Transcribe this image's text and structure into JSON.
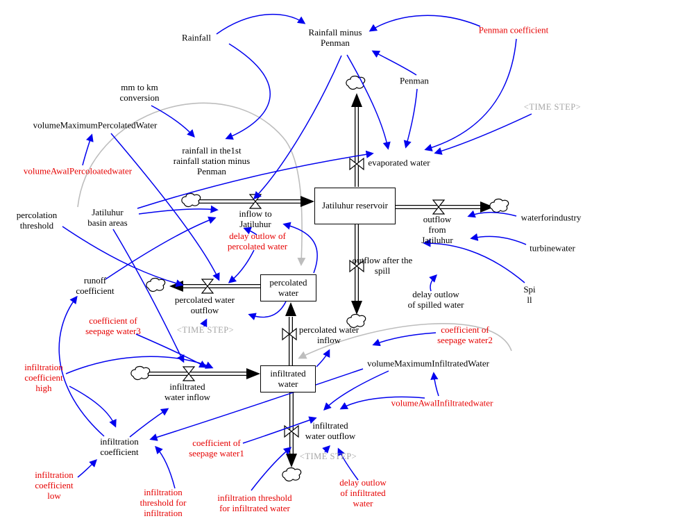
{
  "diagram": {
    "type": "stock-and-flow-model",
    "colors": {
      "causal_link": "#0000ee",
      "exogenous_label": "#e60000",
      "shadow_gray": "#bdbdbd",
      "flow_black": "#000000",
      "background": "#ffffff"
    },
    "stocks": [
      {
        "id": "jatiluhur_reservoir",
        "label": "Jatiluhur reservoir"
      },
      {
        "id": "percolated_water",
        "label": "percolated\nwater"
      },
      {
        "id": "infiltrated_water",
        "label": "infiltrated\nwater"
      }
    ],
    "flows": [
      {
        "id": "inflow_to_jatiluhur",
        "label": "inflow to\nJatiluhur",
        "from": "source-cloud",
        "to": "jatiluhur_reservoir"
      },
      {
        "id": "evaporated_water",
        "label": "evaporated water",
        "from": "jatiluhur_reservoir",
        "to": "sink-cloud"
      },
      {
        "id": "outflow_from_jatiluhur",
        "label": "outflow\nfrom\nJatiluhur",
        "from": "jatiluhur_reservoir",
        "to": "sink-cloud"
      },
      {
        "id": "outflow_after_the_spill",
        "label": "outflow after the\nspill",
        "from": "jatiluhur_reservoir",
        "to": "sink-cloud"
      },
      {
        "id": "percolated_water_inflow",
        "label": "percolated water\ninflow",
        "from": "infiltrated_water",
        "to": "percolated_water"
      },
      {
        "id": "percolated_water_outflow",
        "label": "percolated water\noutflow",
        "from": "percolated_water",
        "to": "sink-cloud"
      },
      {
        "id": "infiltrated_water_inflow",
        "label": "infiltrated\nwater inflow",
        "from": "source-cloud",
        "to": "infiltrated_water"
      },
      {
        "id": "infiltrated_water_outflow",
        "label": "infiltrated\nwater outflow",
        "from": "infiltrated_water",
        "to": "sink-cloud"
      }
    ],
    "variables": [
      {
        "id": "rainfall",
        "label": "Rainfall",
        "color": "black"
      },
      {
        "id": "rainfall_minus_penman",
        "label": "Rainfall minus\nPenman",
        "color": "black"
      },
      {
        "id": "penman",
        "label": "Penman",
        "color": "black"
      },
      {
        "id": "penman_coefficient",
        "label": "Penman coefficient",
        "color": "red"
      },
      {
        "id": "mm_to_km_conversion",
        "label": "mm to km\nconversion",
        "color": "black"
      },
      {
        "id": "vol_max_percolated_water",
        "label": "volumeMaximumPercolatedWater",
        "color": "black"
      },
      {
        "id": "vol_awal_percoloatedwater",
        "label": "volumeAwalPercoloatedwater",
        "color": "red"
      },
      {
        "id": "rainfall_in_the_1st",
        "label": "rainfall in the1st\nrainfall station minus\nPenman",
        "color": "black"
      },
      {
        "id": "percolation_threshold",
        "label": "percolation\nthreshold",
        "color": "black"
      },
      {
        "id": "jatiluhur_basin_areas",
        "label": "Jatiluhur\nbasin areas",
        "color": "black"
      },
      {
        "id": "delay_outlow_of_percolated_water",
        "label": "delay outlow of\npercolated water",
        "color": "red"
      },
      {
        "id": "runoff_coefficient",
        "label": "runoff\ncoefficient",
        "color": "black"
      },
      {
        "id": "coefficient_of_seepage_water3",
        "label": "coefficient of\nseepage water3",
        "color": "red"
      },
      {
        "id": "waterforindustry",
        "label": "waterforindustry",
        "color": "black"
      },
      {
        "id": "turbinewater",
        "label": "turbinewater",
        "color": "black"
      },
      {
        "id": "spill",
        "label": "Spi\nll",
        "color": "black"
      },
      {
        "id": "delay_outlow_of_spilled_water",
        "label": "delay outlow\nof spilled water",
        "color": "black"
      },
      {
        "id": "coefficient_of_seepage_water2",
        "label": "coefficient of\nseepage water2",
        "color": "red"
      },
      {
        "id": "vol_max_infiltrated_water",
        "label": "volumeMaximumInfiltratedWater",
        "color": "black"
      },
      {
        "id": "vol_awal_infiltratedwater",
        "label": "volumeAwalInfiltratedwater",
        "color": "red"
      },
      {
        "id": "infiltration_coefficient",
        "label": "infiltration\ncoefficient",
        "color": "black"
      },
      {
        "id": "infiltration_coefficient_high",
        "label": "infiltration\ncoefficient\nhigh",
        "color": "red"
      },
      {
        "id": "infiltration_coefficient_low",
        "label": "infiltration\ncoefficient\nlow",
        "color": "red"
      },
      {
        "id": "infiltration_threshold_for_infiltration",
        "label": "infiltration\nthreshold for\ninfiltration",
        "color": "red"
      },
      {
        "id": "coefficient_of_seepage_water1",
        "label": "coefficient of\nseepage water1",
        "color": "red"
      },
      {
        "id": "infiltration_threshold_for_infiltrated_water",
        "label": "infiltration threshold\nfor infiltrated water",
        "color": "red"
      },
      {
        "id": "delay_outlow_of_infiltrated_water",
        "label": "delay outlow\nof infiltrated\nwater",
        "color": "red"
      }
    ],
    "shadows": [
      {
        "id": "time_step_top",
        "label": "<TIME STEP>"
      },
      {
        "id": "time_step_mid",
        "label": "<TIME STEP>"
      },
      {
        "id": "time_step_bottom",
        "label": "<TIME STEP>"
      }
    ],
    "edges": [
      {
        "from": "rainfall",
        "to": "rainfall_minus_penman"
      },
      {
        "from": "penman_coefficient",
        "to": "rainfall_minus_penman"
      },
      {
        "from": "penman",
        "to": "rainfall_minus_penman"
      },
      {
        "from": "rainfall",
        "to": "rainfall_in_the_1st"
      },
      {
        "from": "mm_to_km_conversion",
        "to": "rainfall_in_the_1st"
      },
      {
        "from": "vol_awal_percoloatedwater",
        "to": "vol_max_percolated_water"
      },
      {
        "from": "rainfall_minus_penman",
        "to": "inflow_to_jatiluhur"
      },
      {
        "from": "rainfall_minus_penman",
        "to": "evaporated_water"
      },
      {
        "from": "penman",
        "to": "evaporated_water"
      },
      {
        "from": "penman_coefficient",
        "to": "evaporated_water"
      },
      {
        "from": "time_step_top",
        "to": "evaporated_water"
      },
      {
        "from": "jatiluhur_basin_areas",
        "to": "evaporated_water"
      },
      {
        "from": "jatiluhur_basin_areas",
        "to": "inflow_to_jatiluhur"
      },
      {
        "from": "runoff_coefficient",
        "to": "inflow_to_jatiluhur"
      },
      {
        "from": "delay_outlow_of_percolated_water",
        "to": "inflow_to_jatiluhur"
      },
      {
        "from": "percolated_water",
        "to": "inflow_to_jatiluhur"
      },
      {
        "from": "waterforindustry",
        "to": "outflow_from_jatiluhur"
      },
      {
        "from": "turbinewater",
        "to": "outflow_from_jatiluhur"
      },
      {
        "from": "spill",
        "to": "outflow_after_the_spill"
      },
      {
        "from": "delay_outlow_of_spilled_water",
        "to": "outflow_after_the_spill"
      },
      {
        "from": "vol_awal_infiltratedwater",
        "to": "vol_max_infiltrated_water"
      },
      {
        "from": "coefficient_of_seepage_water2",
        "to": "percolated_water_inflow"
      },
      {
        "from": "vol_max_infiltrated_water",
        "to": "infiltration_coefficient"
      },
      {
        "from": "infiltrated_water",
        "to": "percolated_water_inflow"
      },
      {
        "from": "time_step_mid",
        "to": "percolated_water_outflow"
      },
      {
        "from": "percolation_threshold",
        "to": "percolated_water_outflow"
      },
      {
        "from": "vol_max_percolated_water",
        "to": "percolated_water_outflow"
      },
      {
        "from": "delay_outlow_of_percolated_water",
        "to": "percolated_water_outflow"
      },
      {
        "from": "percolated_water",
        "to": "percolated_water_outflow"
      },
      {
        "from": "infiltration_coefficient",
        "to": "runoff_coefficient"
      },
      {
        "from": "infiltration_coefficient_high",
        "to": "infiltration_coefficient"
      },
      {
        "from": "infiltration_coefficient_low",
        "to": "infiltration_coefficient"
      },
      {
        "from": "infiltration_threshold_for_infiltration",
        "to": "infiltration_coefficient"
      },
      {
        "from": "infiltration_coefficient",
        "to": "infiltrated_water_inflow"
      },
      {
        "from": "coefficient_of_seepage_water3",
        "to": "infiltrated_water_inflow"
      },
      {
        "from": "infiltration_coefficient_high",
        "to": "infiltrated_water_inflow"
      },
      {
        "from": "jatiluhur_basin_areas",
        "to": "infiltrated_water_inflow"
      },
      {
        "from": "infiltration_threshold_for_infiltrated_water",
        "to": "infiltrated_water_outflow"
      },
      {
        "from": "delay_outlow_of_infiltrated_water",
        "to": "infiltrated_water_outflow"
      },
      {
        "from": "time_step_bottom",
        "to": "infiltrated_water_outflow"
      },
      {
        "from": "vol_max_infiltrated_water",
        "to": "infiltrated_water_outflow"
      },
      {
        "from": "vol_awal_infiltratedwater",
        "to": "infiltrated_water_outflow"
      },
      {
        "from": "coefficient_of_seepage_water1",
        "to": "infiltrated_water_outflow"
      }
    ]
  }
}
